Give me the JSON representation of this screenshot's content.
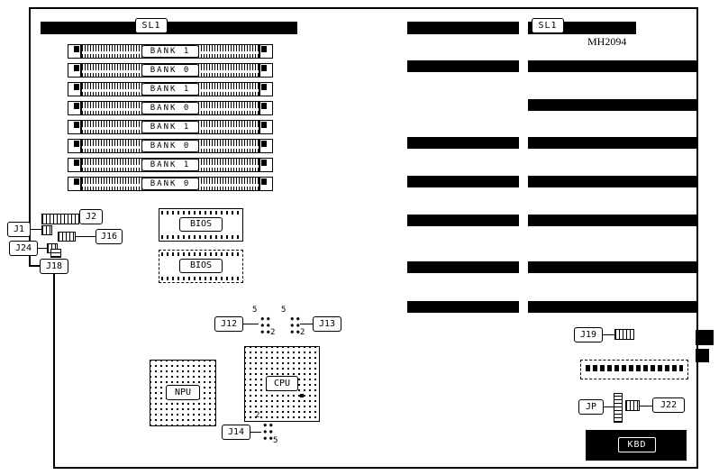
{
  "title": "MH2094",
  "slots": {
    "sl1_left": "SL1",
    "sl1_right": "SL1"
  },
  "banks": [
    {
      "label": "BANK 1"
    },
    {
      "label": "BANK 0"
    },
    {
      "label": "BANK 1"
    },
    {
      "label": "BANK 0"
    },
    {
      "label": "BANK 1"
    },
    {
      "label": "BANK 0"
    },
    {
      "label": "BANK 1"
    },
    {
      "label": "BANK 0"
    }
  ],
  "chips": {
    "bios_top": "BIOS",
    "bios_bottom": "BIOS",
    "npu": "NPU",
    "cpu": "CPU",
    "kbd": "KBD"
  },
  "connectors": {
    "j1": "J1",
    "j2": "J2",
    "j12": "J12",
    "j13": "J13",
    "j14": "J14",
    "j16": "J16",
    "j18": "J18",
    "j19": "J19",
    "j22": "J22",
    "j24": "J24",
    "jp": "JP"
  },
  "pin_labels": {
    "j12_top": "5",
    "j12_bottom": "2",
    "j13_top": "5",
    "j13_bottom": "2",
    "j14_top": "2",
    "j14_bottom": "5"
  },
  "colors": {
    "line": "#000000",
    "background": "#ffffff"
  }
}
